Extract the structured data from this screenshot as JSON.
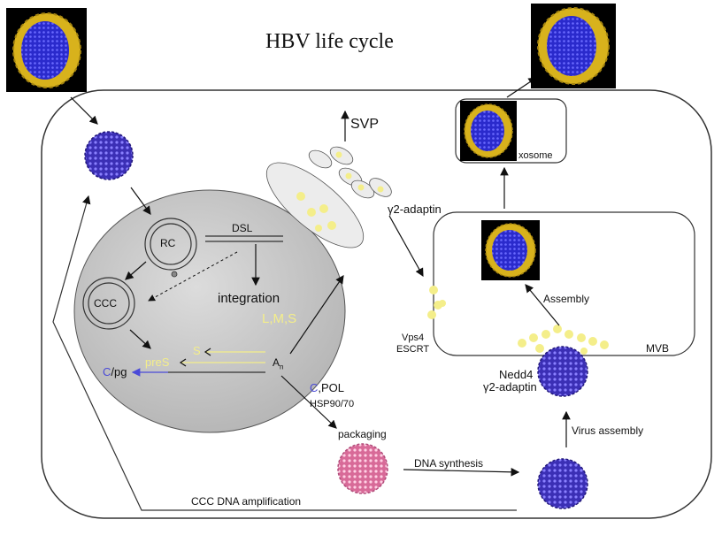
{
  "title": "HBV life cycle",
  "labels": {
    "rc": "RC",
    "dsl": "DSL",
    "ccc": "CCC",
    "integration": "integration",
    "lms": "L,M,S",
    "s": "S",
    "pres": "preS",
    "c_prefix": "C",
    "pg_suffix": "/pg",
    "a": "A",
    "a_sub": "n",
    "c_pol_prefix": "C",
    "c_pol_suffix": ",POL",
    "hsp": "HSP90/70",
    "packaging": "packaging",
    "dna_synthesis": "DNA synthesis",
    "ccc_amp": "CCC DNA amplification",
    "svp": "SVP",
    "gamma2_top": "γ2-adaptin",
    "vps4": "Vps4",
    "escrt": "ESCRT",
    "assembly": "Assembly",
    "mvb": "MVB",
    "exosome": "xosome",
    "nedd4": "Nedd4",
    "gamma2_bottom": "γ2-adaptin",
    "virus_assembly": "Virus assembly"
  },
  "colors": {
    "nucleus": "#c9c9c9",
    "capsid_blue": "#3b2fb5",
    "capsid_pink": "#e07aa6",
    "virion_gold": "#d8b21c",
    "vesicle_yellow": "#f4ee8a",
    "cell_outline": "#333333"
  }
}
